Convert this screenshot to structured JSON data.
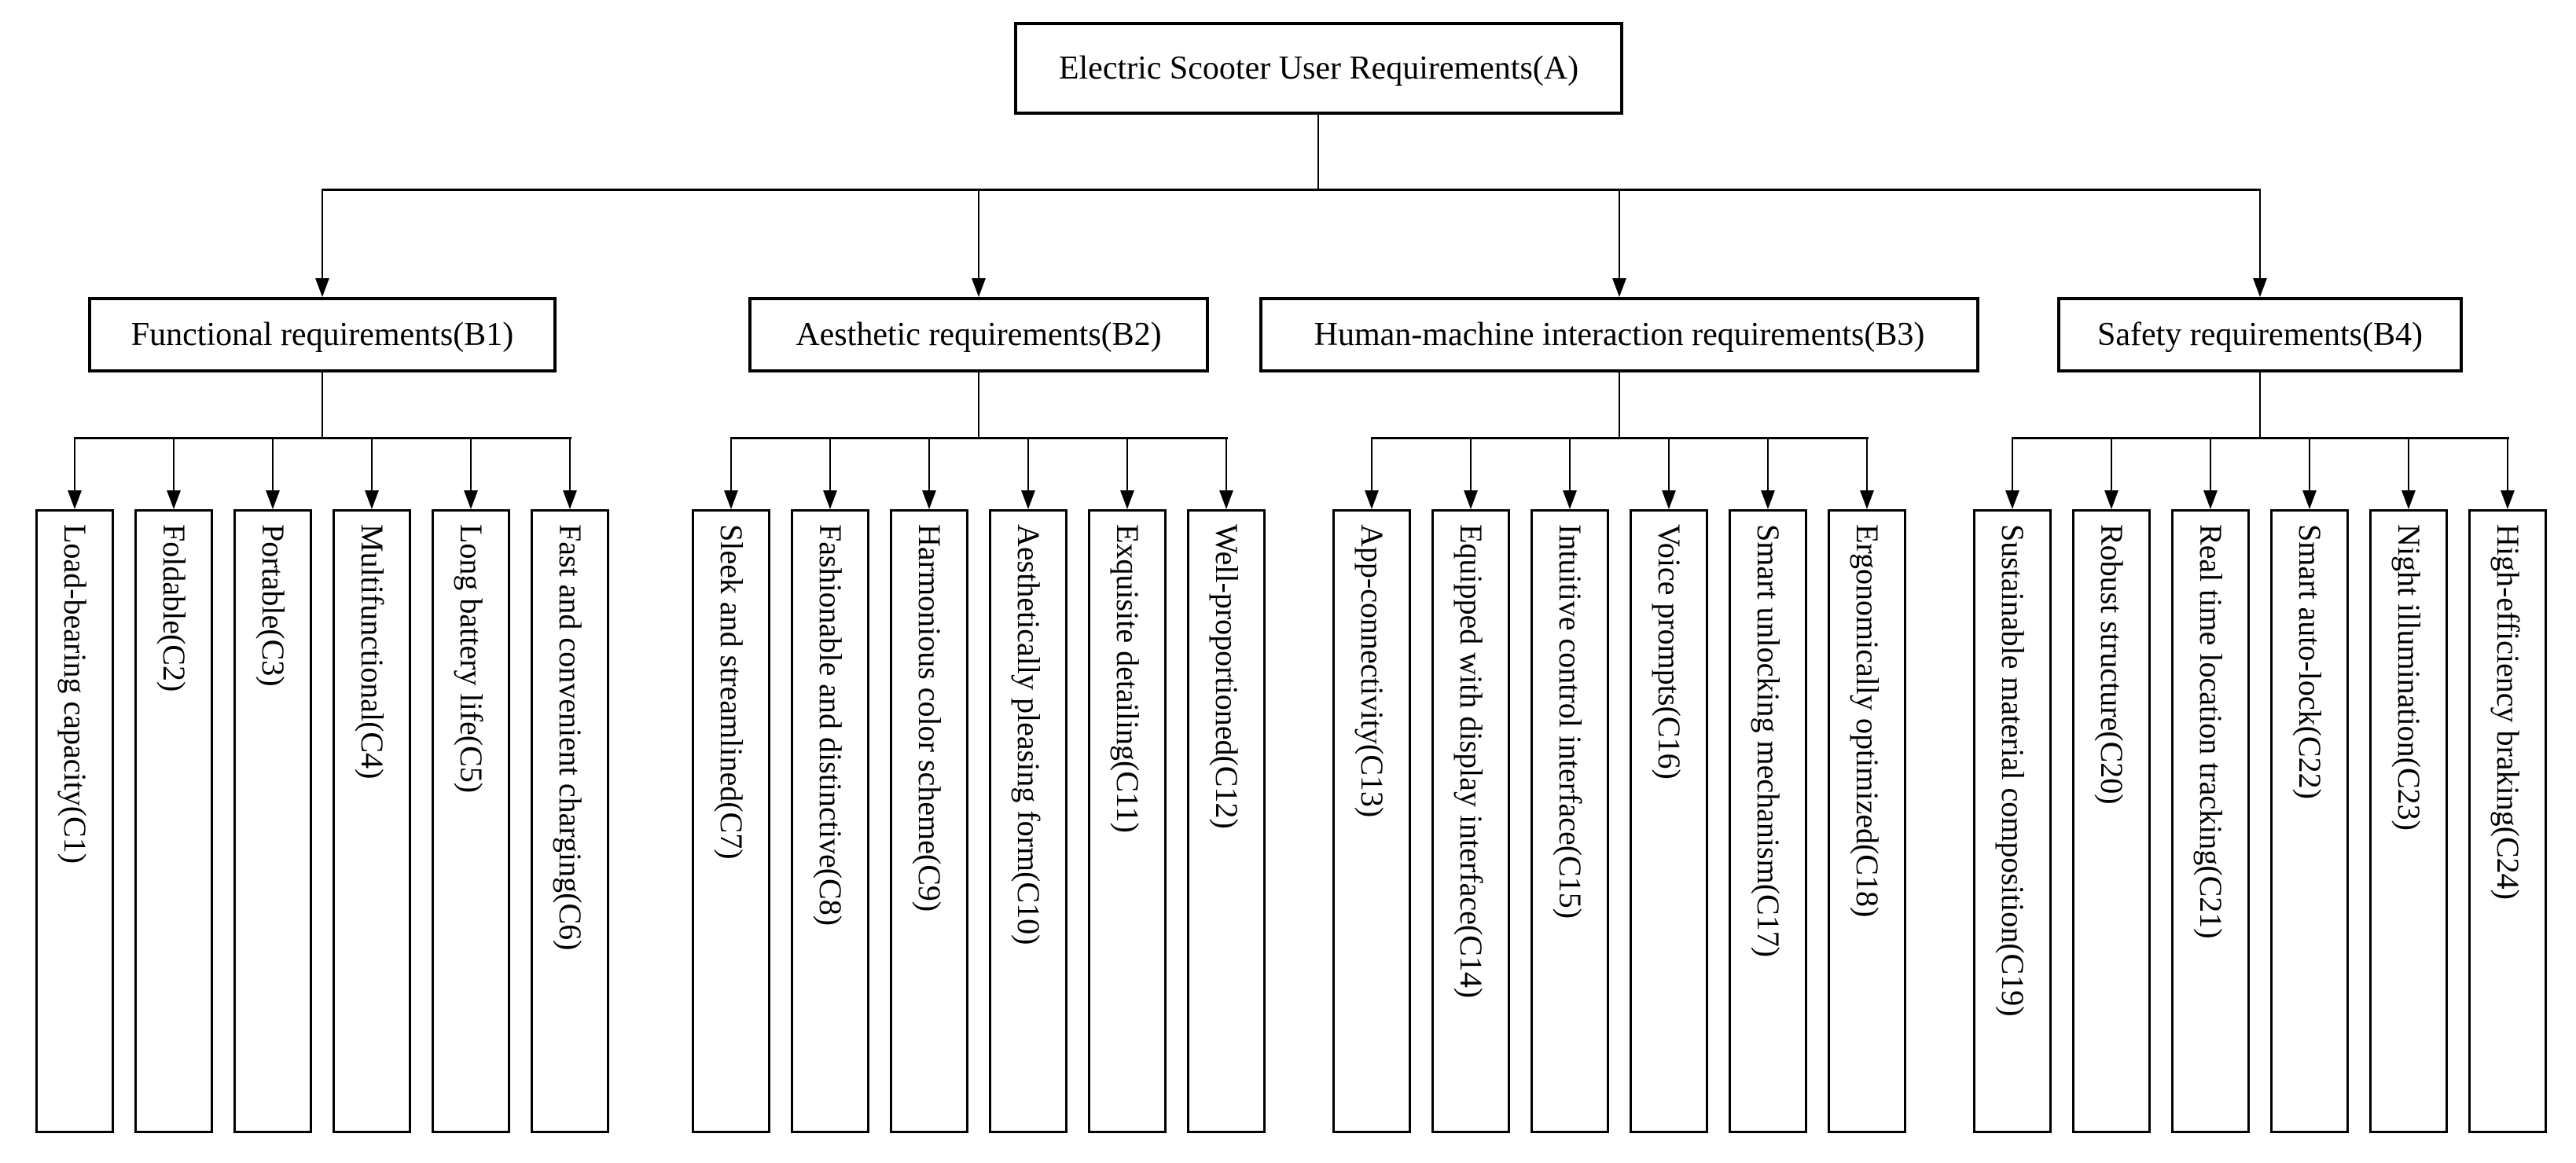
{
  "title": "Electric Scooter User Requirements(A)",
  "groups": [
    {
      "label": "Functional requirements(B1)",
      "children": [
        "Load-bearing capacity(C1)",
        "Foldable(C2)",
        "Portable(C3)",
        "Multifunctional(C4)",
        "Long battery life(C5)",
        "Fast and convenient charging(C6)"
      ]
    },
    {
      "label": "Aesthetic requirements(B2)",
      "children": [
        "Sleek and streamlined(C7)",
        "Fashionable and distinctive(C8)",
        "Harmonious color scheme(C9)",
        "Aesthetically pleasing form(C10)",
        "Exquisite detailing(C11)",
        "Well-proportioned(C12)"
      ]
    },
    {
      "label": "Human-machine interaction requirements(B3)",
      "children": [
        "App-connectivity(C13)",
        "Equipped with display interface(C14)",
        "Intuitive control interface(C15)",
        "Voice prompts(C16)",
        "Smart unlocking mechanism(C17)",
        "Ergonomically optimized(C18)"
      ]
    },
    {
      "label": "Safety requirements(B4)",
      "children": [
        "Sustainable material composition(C19)",
        "Robust structure(C20)",
        "Real time location tracking(C21)",
        "Smart auto-lock(C22)",
        "Night illumination(C23)",
        "High-efficiency braking(C24)"
      ]
    }
  ],
  "colors": {
    "line": "#000000",
    "background": "#ffffff",
    "box_fill": "#ffffff"
  }
}
